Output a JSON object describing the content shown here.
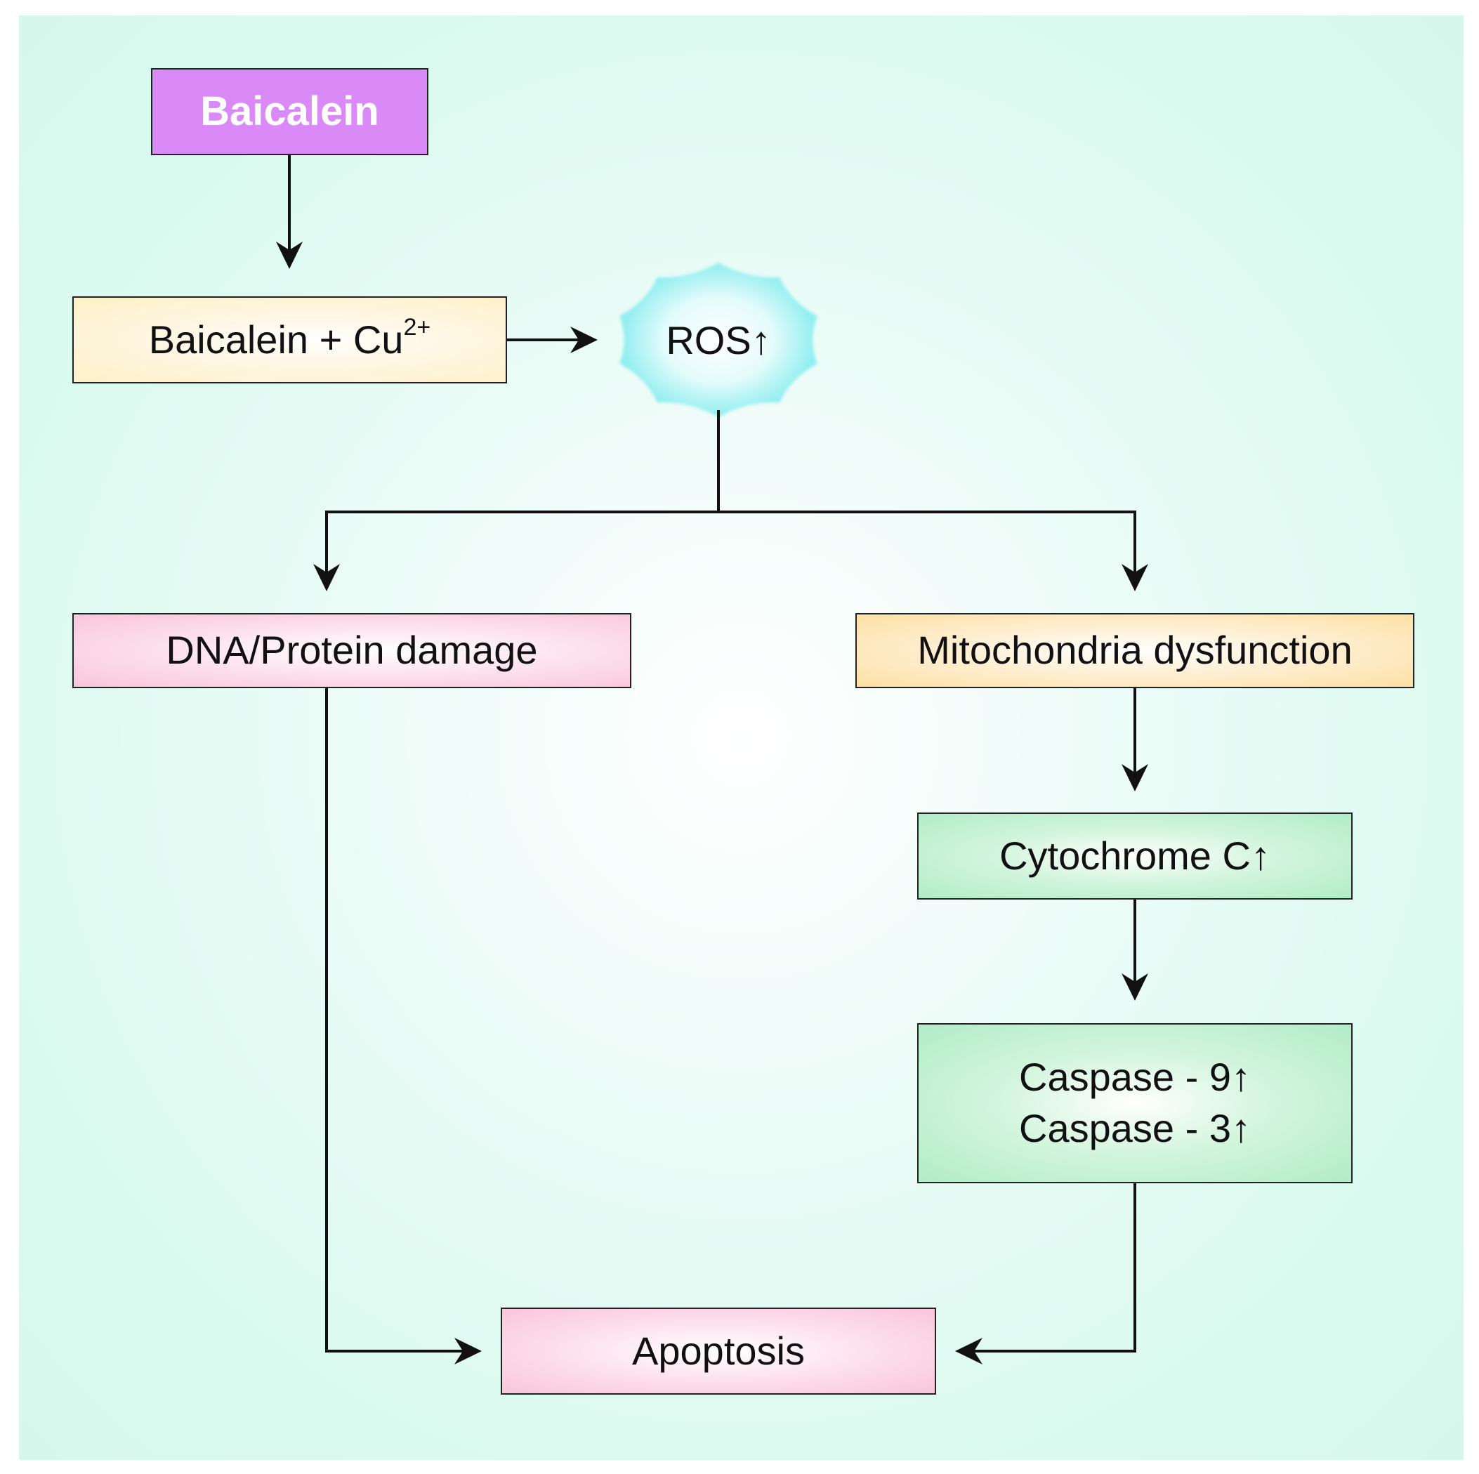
{
  "nodes": {
    "baicalein": "Baicalein",
    "complex": {
      "text": "Baicalein + Cu",
      "superscript": "2+"
    },
    "ros": "ROS↑",
    "dna_damage": "DNA/Protein damage",
    "mitochondria": "Mitochondria dysfunction",
    "cytochrome": "Cytochrome C↑",
    "caspase": [
      "Caspase - 9↑",
      "Caspase - 3↑"
    ],
    "apoptosis": "Apoptosis"
  },
  "colors": {
    "background": "#dcfaf0",
    "baicalein_box": "#d98af7",
    "complex_box": "#fdf0c7",
    "ros_burst": "#8eeef0",
    "damage_box": "#f9c5da",
    "mitochondria_box": "#fde0a3",
    "cytochrome_box": "#b1ecc7",
    "caspase_box": "#b1ecc7",
    "apoptosis_box": "#f9c5da",
    "connector": "#111111"
  }
}
